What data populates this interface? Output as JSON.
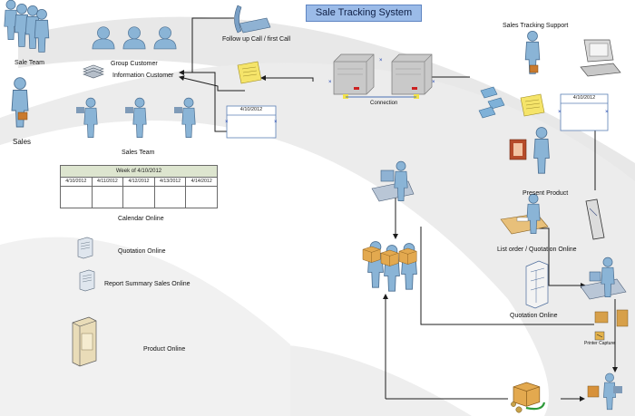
{
  "title": "Sale Tracking System",
  "labels": {
    "sale_team": "Sale Team",
    "sales": "Sales",
    "group_customer": "Group Customer",
    "information_customer": "Information Customer",
    "sales_team": "Sales Team",
    "follow_up": "Follow up Call / first Call",
    "connection": "Connection",
    "support": "Sales Tracking Support",
    "present_product": "Present Product",
    "list_order": "List order / Quotation Online",
    "quotation_online_right": "Quotation Online",
    "printer_capture": "Printer Capture",
    "calendar_online": "Calendar Online",
    "quotation_online_left": "Quotation Online",
    "report_summary": "Report Summary Sales Online",
    "product_online": "Product Online"
  },
  "calendar": {
    "header": "Week of 4/10/2012",
    "dates": [
      "4/10/2012",
      "4/11/2012",
      "4/12/2012",
      "4/13/2012",
      "4/14/2012"
    ]
  },
  "date_boxes": {
    "left": "4/10/2012",
    "right": "4/10/2012"
  },
  "colors": {
    "title_fill": "#9bbbe8",
    "person": "#8ab4d6",
    "connector": "#1c1c1c",
    "note": "#f5e46a"
  }
}
